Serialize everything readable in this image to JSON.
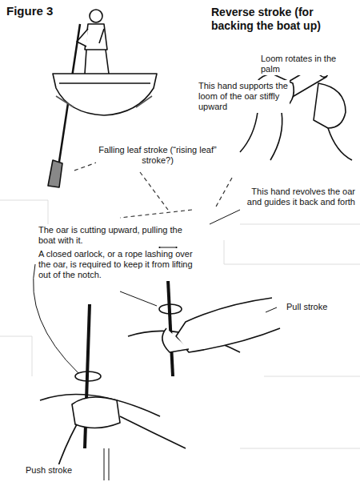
{
  "diagram": {
    "title": "Reverse stroke (for backing the boat up)",
    "labels": [
      "Figure 3",
      "Loom rotates in the palm",
      "This hand supports the loom of the oar stiffly upward",
      "Falling leaf stroke (“rising leaf” stroke?)",
      "This hand revolves the oar and guides it back and forth",
      "The oar is cutting upward, pulling the boat with it.",
      "A closed oarlock, or a rope lashing over the oar, is required to keep it from lifting out of the notch.",
      "Pull stroke",
      "Push stroke"
    ]
  }
}
